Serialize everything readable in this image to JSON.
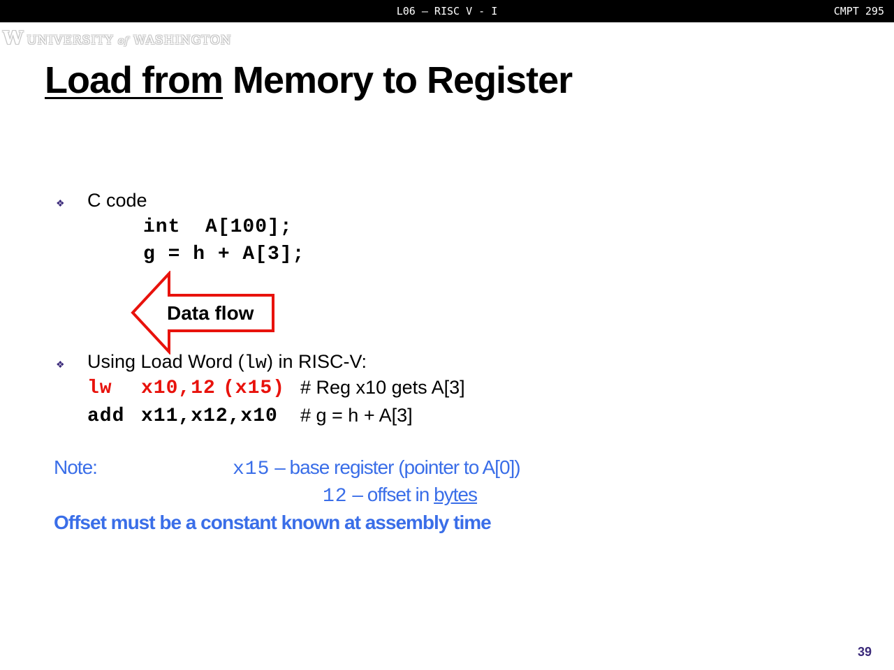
{
  "header": {
    "lecture": "L06 – RISC V - I",
    "course": "CMPT 295"
  },
  "logo": {
    "mark": "W",
    "university": "UNIVERSITY",
    "of": "of",
    "washington": "WASHINGTON"
  },
  "title": {
    "underlined": "Load from",
    "rest": " Memory to Register"
  },
  "bullets": {
    "bullet1": {
      "label": "C code",
      "code_line1": "int  A[100];",
      "code_line2": "g = h + A[3];"
    },
    "arrow_label": "Data flow",
    "bullet2": {
      "label_prefix": "Using Load Word (",
      "label_code": "lw",
      "label_suffix": ") in RISC-V:",
      "line1_op": "lw",
      "line1_args": "x10,12",
      "line1_base": "(x15)",
      "line1_comment": "# Reg x10 gets A[3]",
      "line2_op": "add",
      "line2_args": "x11,x12,x10",
      "line2_comment": "# g = h + A[3]"
    }
  },
  "notes": {
    "label": "Note:",
    "base_reg": "x15",
    "base_desc": " – base register (pointer to A[0])",
    "offset_val": "12",
    "offset_desc": " – offset in ",
    "offset_unit": "bytes",
    "constraint": "Offset must be a constant known at assembly time"
  },
  "page_number": "39",
  "colors": {
    "accent_red": "#e8120c",
    "note_blue": "#3a6ee8",
    "bullet_purple": "#3b2a7a"
  }
}
